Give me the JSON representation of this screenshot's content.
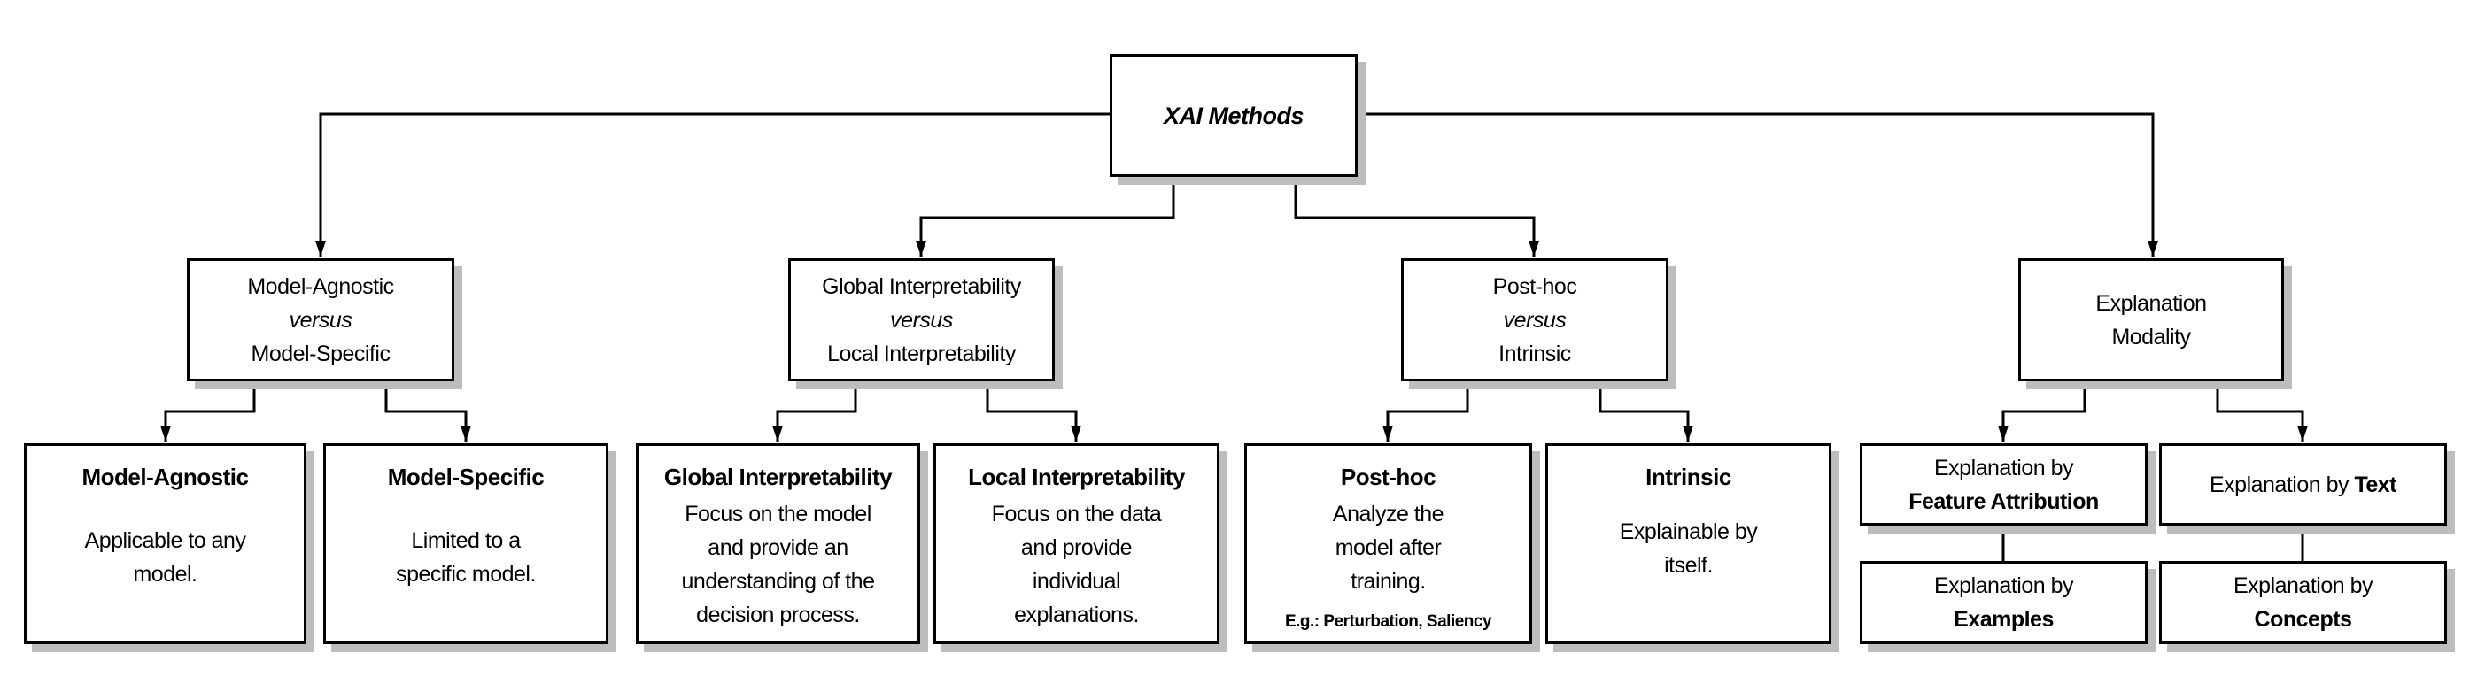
{
  "root": {
    "label": "XAI Methods"
  },
  "categories": [
    {
      "line1": "Model-Agnostic",
      "versus": "versus",
      "line2": "Model-Specific"
    },
    {
      "line1": "Global Interpretability",
      "versus": "versus",
      "line2": "Local Interpretability"
    },
    {
      "line1": "Post-hoc",
      "versus": "versus",
      "line2": "Intrinsic"
    },
    {
      "line1": "Explanation",
      "line2": "Modality"
    }
  ],
  "leaves": {
    "model_agnostic": {
      "title": "Model-Agnostic",
      "desc1": "Applicable to any",
      "desc2": "model."
    },
    "model_specific": {
      "title": "Model-Specific",
      "desc1": "Limited to a",
      "desc2": "specific model."
    },
    "global": {
      "title": "Global Interpretability",
      "desc1": "Focus on the model",
      "desc2": "and provide an",
      "desc3": "understanding of the",
      "desc4": "decision process."
    },
    "local": {
      "title": "Local Interpretability",
      "desc1": "Focus on the data",
      "desc2": "and provide",
      "desc3": "individual",
      "desc4": "explanations."
    },
    "posthoc": {
      "title": "Post-hoc",
      "desc1": "Analyze the",
      "desc2": "model after",
      "desc3": "training.",
      "note": "E.g.: Perturbation, Saliency"
    },
    "intrinsic": {
      "title": "Intrinsic",
      "desc1": "Explainable by",
      "desc2": "itself."
    }
  },
  "modalities": {
    "feature": {
      "prefix": "Explanation by",
      "bold": "Feature Attribution"
    },
    "text": {
      "prefix": "Explanation by",
      "bold": "Text"
    },
    "examples": {
      "prefix": "Explanation by",
      "bold": "Examples"
    },
    "concepts": {
      "prefix": "Explanation by",
      "bold": "Concepts"
    }
  }
}
